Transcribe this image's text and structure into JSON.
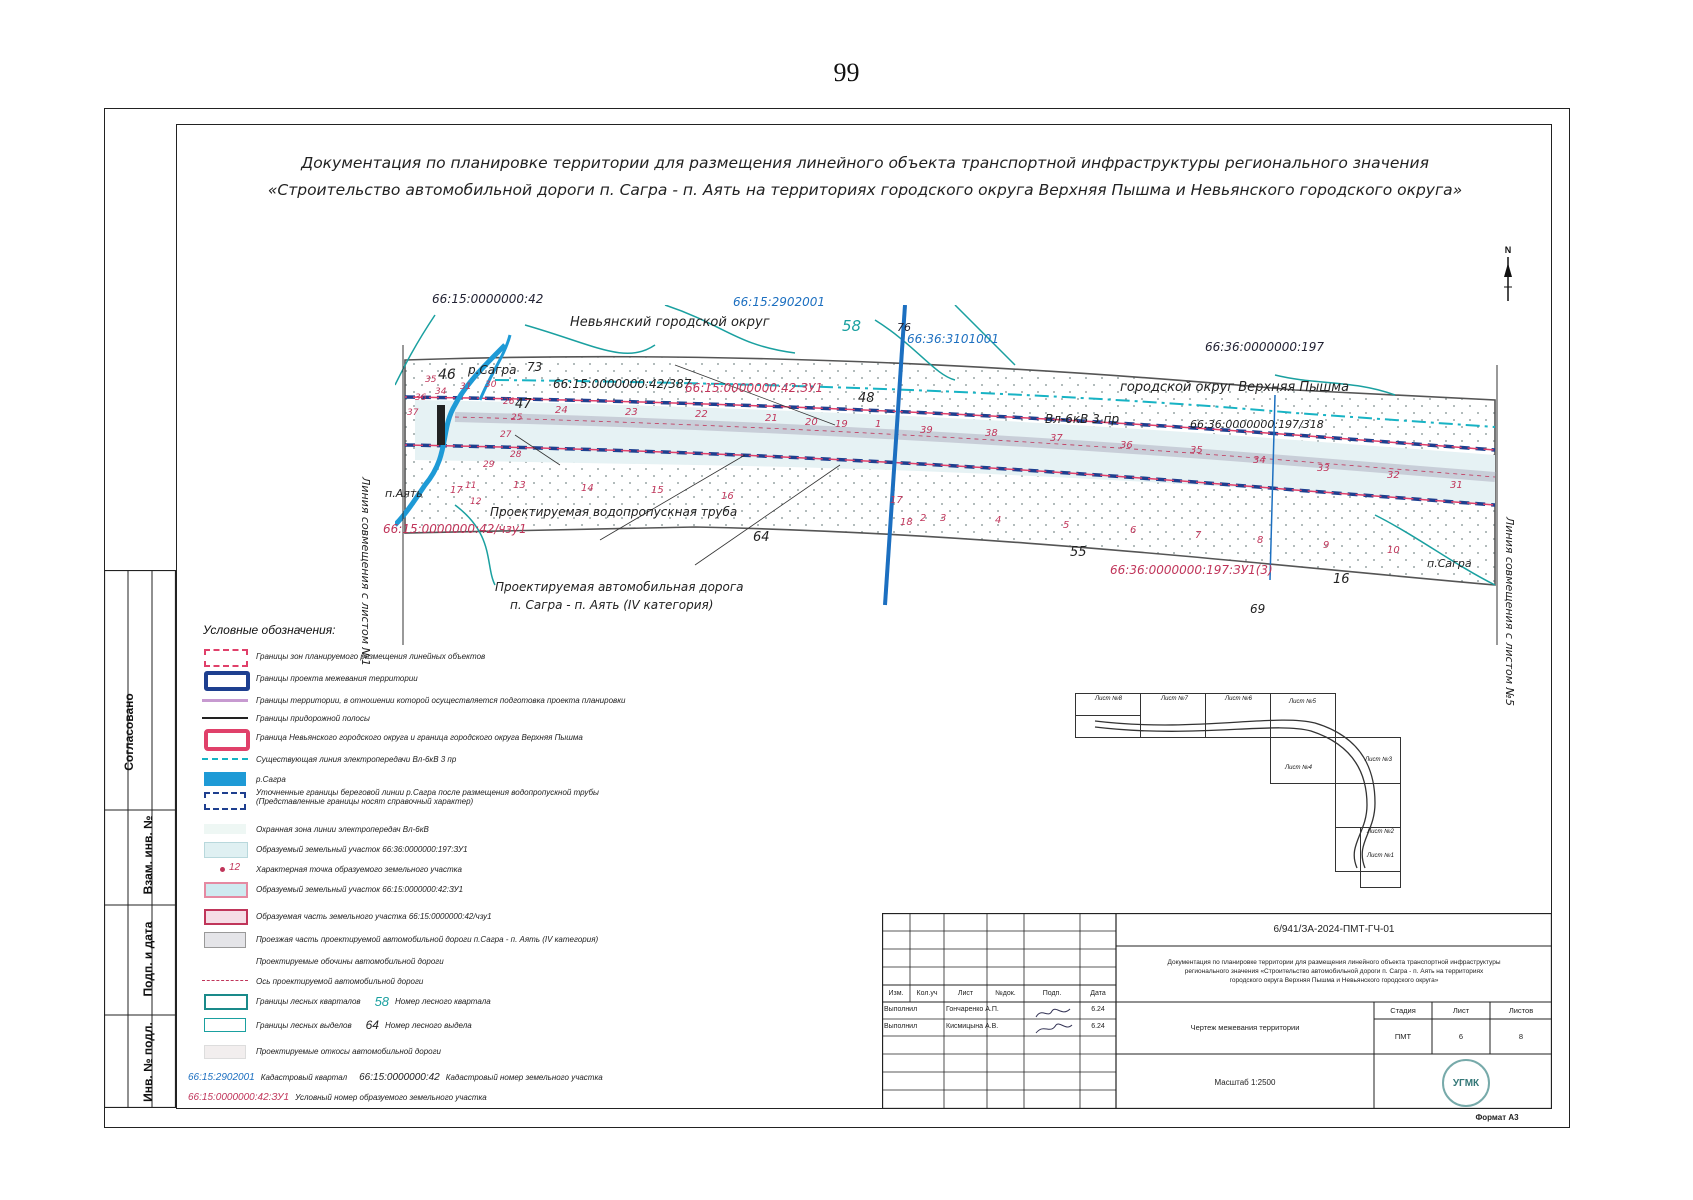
{
  "page_number": "99",
  "document_title": {
    "line1": "Документация по планировке территории для размещения линейного объекта транспортной инфраструктуры регионального значения",
    "line2": "«Строительство автомобильной дороги п. Сагра - п. Аять на территориях городского округа Верхняя Пышма и Невьянского городского округа»"
  },
  "north_arrow": {
    "label": "N"
  },
  "side_stamp": {
    "agreed": "Согласовано",
    "vzam_inv": "Взам. инв. №",
    "podp_data": "Подп. и дата",
    "inv_podl": "Инв. № подл."
  },
  "map_labels": {
    "cad_42_top": "66:15:0000000:42",
    "cad_2902001": "66:15:2902001",
    "nevyansk": "Невьянский городской округ",
    "forest_58": "58",
    "num_76": "76",
    "cad_3101001": "66:36:3101001",
    "cad_197": "66:36:0000000:197",
    "num_46": "46",
    "river_sagra": "р.Сагра",
    "num_73": "73",
    "cad_42_387": "66:15:0000000:42/387",
    "zu1_42": "66:15:0000000:42:ЗУ1",
    "forest_48": "48",
    "verkhnyaya_pyshma": "городской округ Верхняя Пышма",
    "forest_47": "47",
    "vl_6kv": "Вл-6кВ 3 пр",
    "cad_197_318": "66:36:0000000:197/318",
    "p_ayat": "п.Аять",
    "culvert": "Проектируемая водопропускная труба",
    "chzu1": "66:15:0000000:42/чзу1",
    "forest_64": "64",
    "forest_55": "55",
    "zu1_197": "66:36:0000000:197:ЗУ1(3)",
    "forest_16": "16",
    "p_sagra": "п.Сагра",
    "num_69": "69",
    "road_line1": "Проектируемая автомобильная дорога",
    "road_line2": "п. Сагра - п. Аять (IV категория)",
    "match_left": "Линия совмещения с листом №1",
    "match_right": "Линия совмещения с листом №5"
  },
  "point_numbers_upper": [
    "24",
    "23",
    "22",
    "21",
    "20",
    "19",
    "1",
    "39",
    "38",
    "37",
    "36",
    "35",
    "34",
    "33",
    "32",
    "31"
  ],
  "point_numbers_lower": [
    "17",
    "13",
    "14",
    "15",
    "16",
    "17",
    "18",
    "2",
    "3",
    "4",
    "5",
    "6",
    "7",
    "8",
    "9",
    "10"
  ],
  "point_numbers_river": [
    "35",
    "36",
    "34",
    "31",
    "30",
    "37",
    "26",
    "25",
    "27",
    "28",
    "29",
    "12",
    "11"
  ],
  "legend": {
    "title": "Условные обозначения:",
    "items": [
      "Границы зон планируемого размещения линейных объектов",
      "Границы проекта межевания территории",
      "Границы территории, в отношении которой осуществляется подготовка проекта планировки",
      "Границы придорожной полосы",
      "Граница Невьянского городского округа и граница городского округа Верхняя Пышма",
      "Существующая линия электропередачи Вл-6кВ 3 пр",
      "р.Сагра",
      "Уточненные границы береговой линии р.Сагра после размещения водопропускной трубы",
      "(Представленные границы носят справочный характер)",
      "Охранная зона линии электропередач Вл-6кВ",
      "Образуемый земельный участок 66:36:0000000:197:ЗУ1",
      "Характерная точка образуемого земельного участка",
      "Образуемый земельный участок 66:15:0000000:42:ЗУ1",
      "Образуемая часть земельного участка 66:15:0000000:42/чзу1",
      "Проезжая часть проектируемой автомобильной дороги п.Сагра - п. Аять (IV категория)",
      "Проектируемые обочины автомобильной дороги",
      "Ось проектируемой автомобильной дороги",
      "Границы лесных кварталов",
      "Границы лесных выделов",
      "Проектируемые откосы автомобильной дороги",
      "Кадастровый квартал",
      "Кадастровый номер земельного участка",
      "Условный номер образуемого земельного участка"
    ],
    "char_point_sample": "12",
    "forest_quarter_sample": "58",
    "forest_quarter_text": "Номер лесного квартала",
    "forest_division_sample": "64",
    "forest_division_text": "Номер лесного выдела",
    "cad_quarter_sample": "66:15:2902001",
    "cad_number_sample": "66:15:0000000:42",
    "zu_sample": "66:15:0000000:42:ЗУ1"
  },
  "key_map": {
    "sheets": [
      "Лист №8",
      "Лист №7",
      "Лист №6",
      "Лист №5",
      "Лист №4",
      "Лист №3",
      "Лист №2",
      "Лист №1"
    ]
  },
  "title_block": {
    "code": "6/941/ЗА-2024-ПМТ-ГЧ-01",
    "description_line1": "Документация по планировке территории для размещения линейного объекта транспортной инфраструктуры",
    "description_line2": "регионального значения «Строительство автомобильной дороги п. Сагра - п. Аять на территориях",
    "description_line3": "городского округа Верхняя Пышма и Невьянского городского округа»",
    "col_izm": "Изм.",
    "col_kol": "Кол.уч",
    "col_list": "Лист",
    "col_ndok": "№док.",
    "col_podp": "Подп.",
    "col_data": "Дата",
    "row1_role": "Выполнил",
    "row1_name": "Гончаренко А.П.",
    "row1_date": "6.24",
    "row2_role": "Выполнил",
    "row2_name": "Кисмицына А.В.",
    "row2_date": "6.24",
    "drawing_name": "Чертеж межевания территории",
    "stage_header": "Стадия",
    "sheet_header": "Лист",
    "sheets_header": "Листов",
    "stage_value": "ПМТ",
    "sheet_value": "6",
    "sheets_value": "8",
    "scale": "Масштаб 1:2500",
    "format": "Формат А3",
    "logo_text": "УГМК"
  },
  "colors": {
    "river": "#1e9ad6",
    "boundary_blue": "#1e3f8f",
    "boundary_pink": "#e0406a",
    "plot_magenta": "#c0355a",
    "forest_teal": "#1aa0a0",
    "power_line": "#17b3c4",
    "cad_blue": "#1c6fc0"
  }
}
